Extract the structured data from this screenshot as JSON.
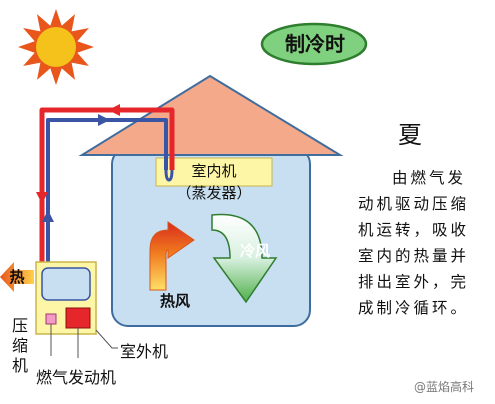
{
  "mode_label": "制冷时",
  "season": "夏",
  "indoor_unit": {
    "name": "室内机",
    "subtitle": "（蒸发器）"
  },
  "description_lines": [
    "由燃气发",
    "动机驱动压缩",
    "机运转，吸收",
    "室内的热量并",
    "排出室外，完",
    "成制冷循环。"
  ],
  "cold_wind_label": "冷风",
  "hot_wind_label": "热风",
  "exhaust_heat_label": "热",
  "compressor_label": "压缩机",
  "engine_label": "燃气发动机",
  "outdoor_unit_label": "室外机",
  "watermark": "@蓝焰高科",
  "colors": {
    "sun": "#f4c21a",
    "sun_rays": "#e8561c",
    "roof": "#f4a98a",
    "room": "#c8dff2",
    "hot_pipe": "#e5262b",
    "cold_pipe": "#3a55a3",
    "outdoor_unit": "#fdf6a6",
    "mode_badge": "#7fd17f"
  }
}
